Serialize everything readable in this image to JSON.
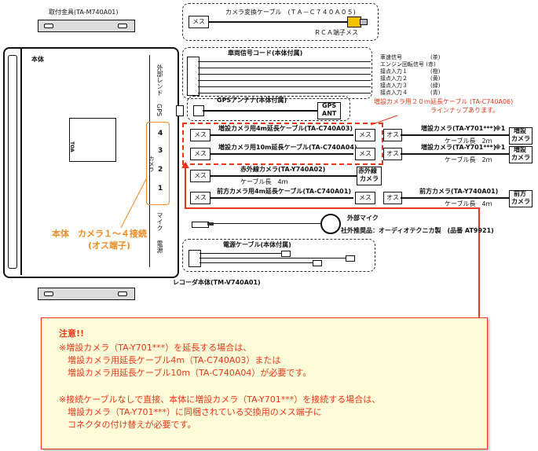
{
  "bracket_top_label": "取付金具(TA-M740A01)",
  "body_label": "本体",
  "recorder_label": "レコーダ本体(TM-V740A01)",
  "side_ports": {
    "exteria": "外部レンド",
    "gps": "GPS",
    "camera": "カメラ",
    "mic": "マイク",
    "power": "電源",
    "port_numbers": [
      "4",
      "3",
      "2",
      "1"
    ]
  },
  "brand_mark": "TOA",
  "body_camera_note": {
    "line1": "本体　カメラ１～４接続",
    "line2": "(オス端子)"
  },
  "camera_conv_cable": {
    "label": "カメラ変換ケーブル　(ＴＡ－Ｃ７４０Ａ０５)",
    "connector": "メス",
    "rca_label": "ＲＣＡ端子メス"
  },
  "vehicle_cord": {
    "label": "車両信号コード(本体付属)",
    "signals": [
      "車速信号",
      "エンジン回転信号 (赤)",
      "接点入力１",
      "接点入力２",
      "接点入力３",
      "接点入力４"
    ],
    "colors": [
      "(茶)",
      "",
      "(橙)",
      "(黄)",
      "(緑)",
      "(青)"
    ]
  },
  "gps": {
    "label": "GPSアンテナ(本体付属)",
    "box_line1": "GPS",
    "box_line2": "ANT"
  },
  "lineup_note": {
    "line1": "増設カメラ用２０ｍ延長ケーブル (TA-C740A06)",
    "line2": "ラインナップあります。"
  },
  "ext_cable_4m": {
    "label": "増設カメラ用4m延長ケーブル(TA-C740A03)",
    "left_connector": "メス",
    "right_connector": "メス"
  },
  "ext_cable_10m": {
    "label": "増設カメラ用10m延長ケーブル(TA-C740A04)",
    "left_connector": "メス",
    "right_connector": "メス"
  },
  "ext_cameras": [
    {
      "connector": "オス",
      "label": "増設カメラ(TA-Y701***)",
      "mark": "※1",
      "length": "ケーブル長　2ｍ",
      "box_line1": "増設",
      "box_line2": "カメラ"
    },
    {
      "connector": "オス",
      "label": "増設カメラ(TA-Y701***)",
      "mark": "※1",
      "length": "ケーブル長　2ｍ",
      "box_line1": "増設",
      "box_line2": "カメラ"
    }
  ],
  "ir_camera": {
    "connector": "メス",
    "label": "赤外線カメラ(TA-Y740A02)",
    "length": "ケーブル長　4ｍ",
    "box_line1": "赤外線",
    "box_line2": "カメラ"
  },
  "front_cable": {
    "connector": "メス",
    "label": "前方カメラ用4m延長ケーブル(TA-C740A01)",
    "right_connector": "メス"
  },
  "front_camera": {
    "connector": "オス",
    "label": "前方カメラ(TA-Y740A01)",
    "length": "ケーブル長　4ｍ",
    "box_line1": "前方",
    "box_line2": "カメラ"
  },
  "mic": {
    "label": "外部マイク",
    "note": "社外推奨品：オーディオテクニカ製　(品番 AT9921)"
  },
  "power_cable": {
    "label": "電源ケーブル(本体付属)"
  },
  "notice": {
    "title": "注意!!",
    "lines": [
      "※増設カメラ（TA-Y701***）を延長する場合は、",
      "　増設カメラ用延長ケーブル4m（TA-C740A03）または",
      "　増設カメラ用延長ケーブル10m（TA-C740A04）が必要です。",
      "",
      "※接続ケーブルなしで直接、本体に増設カメラ（TA-Y701***）を接続する場合は、",
      "　増設カメラ（TA-Y701***）に同梱されている交換用のメス端子に",
      "　コネクタの付け替えが必要です。"
    ]
  },
  "colors": {
    "red": "#e8381a",
    "orange": "#f08a20",
    "notice_bg": "#fefbd8",
    "rca_yellow": "#f2c200"
  }
}
